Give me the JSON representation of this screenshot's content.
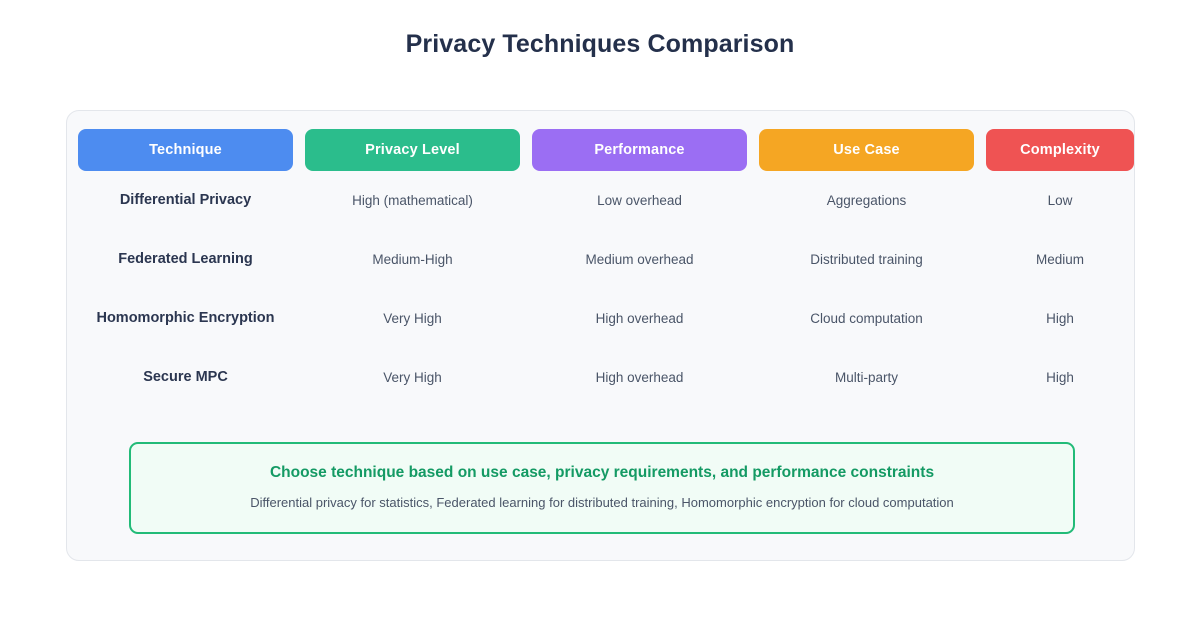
{
  "page": {
    "title": "Privacy Techniques Comparison",
    "title_color": "#24304b",
    "background": "#ffffff"
  },
  "card": {
    "background": "#f8f9fb",
    "border_color": "#e3e6eb"
  },
  "table": {
    "columns": [
      {
        "label": "Technique",
        "color": "#4d8cf0",
        "icon": "column-header-pill"
      },
      {
        "label": "Privacy Level",
        "color": "#2bbd8c",
        "icon": "column-header-pill"
      },
      {
        "label": "Performance",
        "color": "#9b6ef3",
        "icon": "column-header-pill"
      },
      {
        "label": "Use Case",
        "color": "#f5a623",
        "icon": "column-header-pill"
      },
      {
        "label": "Complexity",
        "color": "#ef5353",
        "icon": "column-header-pill"
      }
    ],
    "rows": [
      {
        "technique": "Differential Privacy",
        "privacy_level": "High (mathematical)",
        "performance": "Low overhead",
        "use_case": "Aggregations",
        "complexity": "Low"
      },
      {
        "technique": "Federated Learning",
        "privacy_level": "Medium-High",
        "performance": "Medium overhead",
        "use_case": "Distributed training",
        "complexity": "Medium"
      },
      {
        "technique": "Homomorphic Encryption",
        "privacy_level": "Very High",
        "performance": "High overhead",
        "use_case": "Cloud computation",
        "complexity": "High"
      },
      {
        "technique": "Secure MPC",
        "privacy_level": "Very High",
        "performance": "High overhead",
        "use_case": "Multi-party",
        "complexity": "High"
      }
    ]
  },
  "callout": {
    "title": "Choose technique based on use case, privacy requirements, and performance constraints",
    "subtitle": "Differential privacy for statistics, Federated learning for distributed training, Homomorphic encryption for cloud computation",
    "border_color": "#22bb78",
    "background": "#f1fcf6",
    "title_color": "#149a64"
  }
}
